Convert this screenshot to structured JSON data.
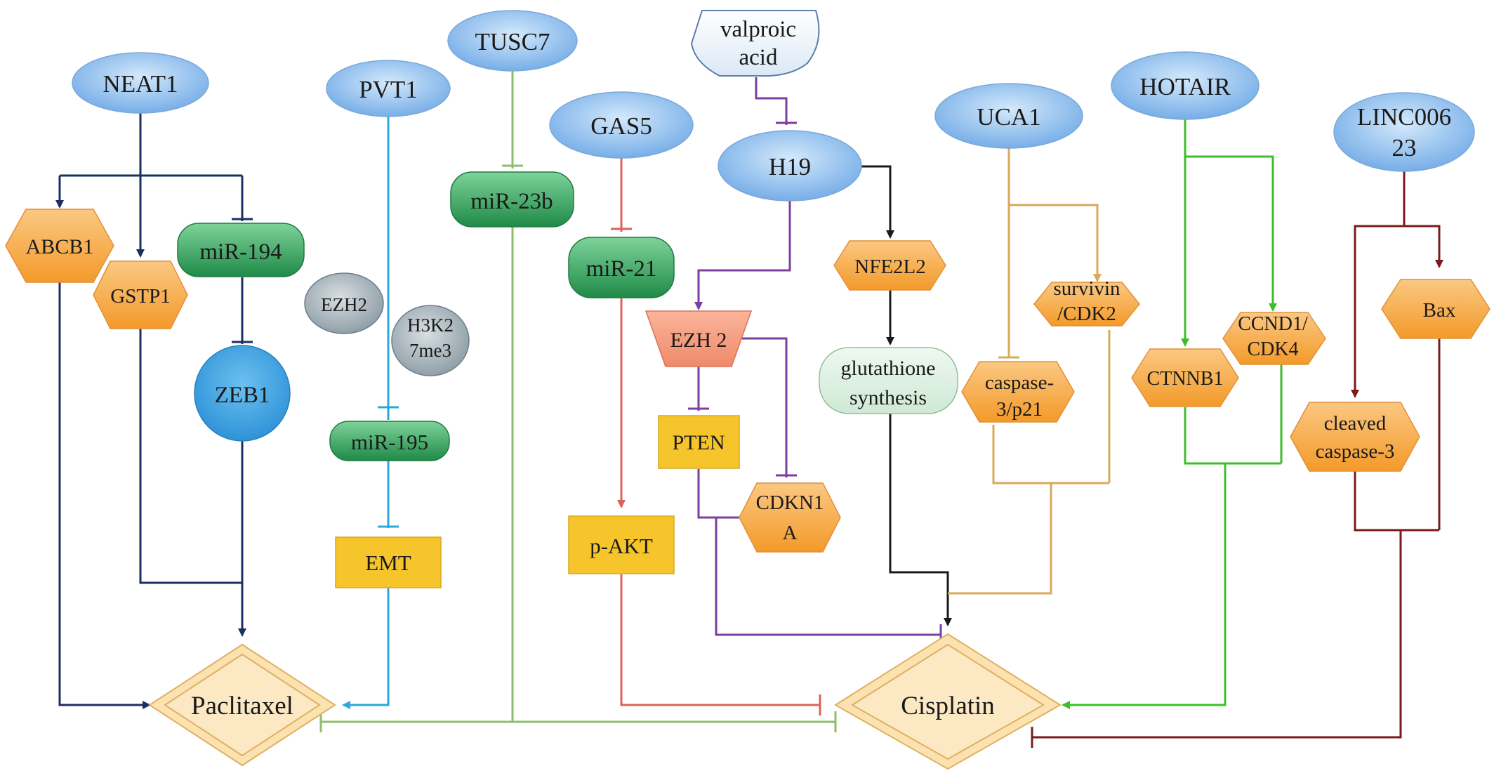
{
  "diagram": {
    "nodes": {
      "neat1": "NEAT1",
      "pvt1": "PVT1",
      "tusc7": "TUSC7",
      "valproic_line1": "valproic",
      "valproic_line2": "acid",
      "gas5": "GAS5",
      "h19": "H19",
      "uca1": "UCA1",
      "hotair": "HOTAIR",
      "linc_line1": "LINC006",
      "linc_line2": "23",
      "abcb1": "ABCB1",
      "gstp1": "GSTP1",
      "mir194": "miR-194",
      "zeb1": "ZEB1",
      "ezh2_small": "EZH2",
      "h3k27_line1": "H3K2",
      "h3k27_line2": "7me3",
      "mir195": "miR-195",
      "emt": "EMT",
      "mir23b": "miR-23b",
      "mir21": "miR-21",
      "pakt": "p-AKT",
      "ezh2_trap": "EZH 2",
      "pten": "PTEN",
      "cdkn1a_line1": "CDKN1",
      "cdkn1a_line2": "A",
      "nfe2l2": "NFE2L2",
      "gluta_line1": "glutathione",
      "gluta_line2": "synthesis",
      "casp_line1": "caspase-",
      "casp_line2": "3/p21",
      "survivin_line1": "survivin",
      "survivin_line2": "/CDK2",
      "ctnnb1": "CTNNB1",
      "ccnd1_line1": "CCND1/",
      "ccnd1_line2": "CDK4",
      "bax": "Bax",
      "cleaved_line1": "cleaved",
      "cleaved_line2": "caspase-3",
      "paclitaxel": "Paclitaxel",
      "cisplatin": "Cisplatin"
    },
    "colors": {
      "neat1_edges": "#1c2f63",
      "pvt1_edges": "#2aa8db",
      "tusc7_edges": "#8cbf6a",
      "gas5_edges": "#d9635a",
      "h19_edges": "#7a3fa0",
      "nfe2l2_edges": "#1a1a1a",
      "uca1_edges": "#d9a85a",
      "hotair_edges": "#3cbf2a",
      "linc_edges": "#7a1a1a",
      "lncrna_fill": "#8fc3f2",
      "mirna_fill": "#2e9a55",
      "gene_fill": "#f7a440",
      "box_fill": "#f6c52b",
      "drug_fill": "#fbe2b0"
    }
  }
}
